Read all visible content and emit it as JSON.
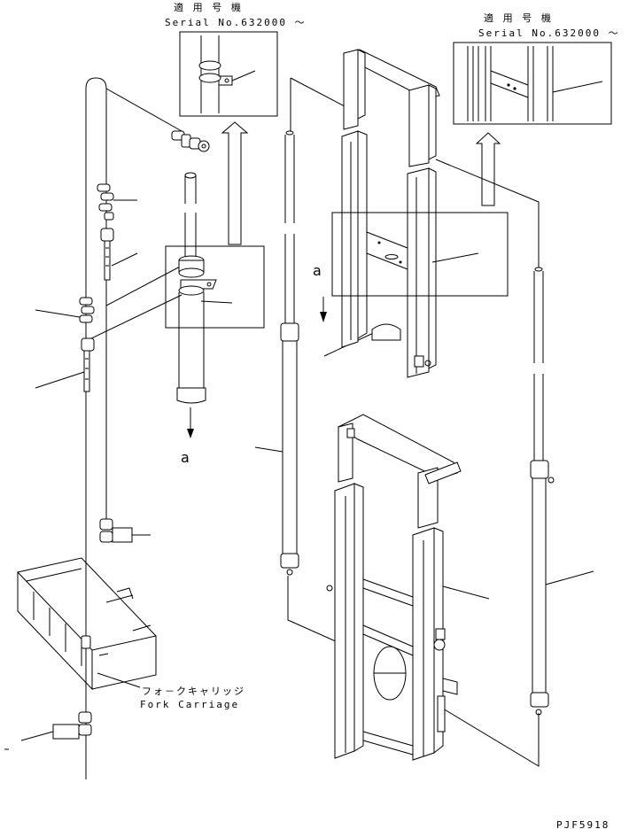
{
  "detail_left": {
    "applicable_label": "適 用 号 機",
    "serial_label": "Serial No.632000 ～"
  },
  "detail_right": {
    "applicable_label": "適 用 号 機",
    "serial_label": "Serial No.632000 ～"
  },
  "view_markers": {
    "a_upper": "a",
    "a_lower": "a"
  },
  "fork_carriage": {
    "label_jp": "フォ－クキャリッジ",
    "label_en": "Fork Carriage"
  },
  "drawing_number": "PJF5918"
}
